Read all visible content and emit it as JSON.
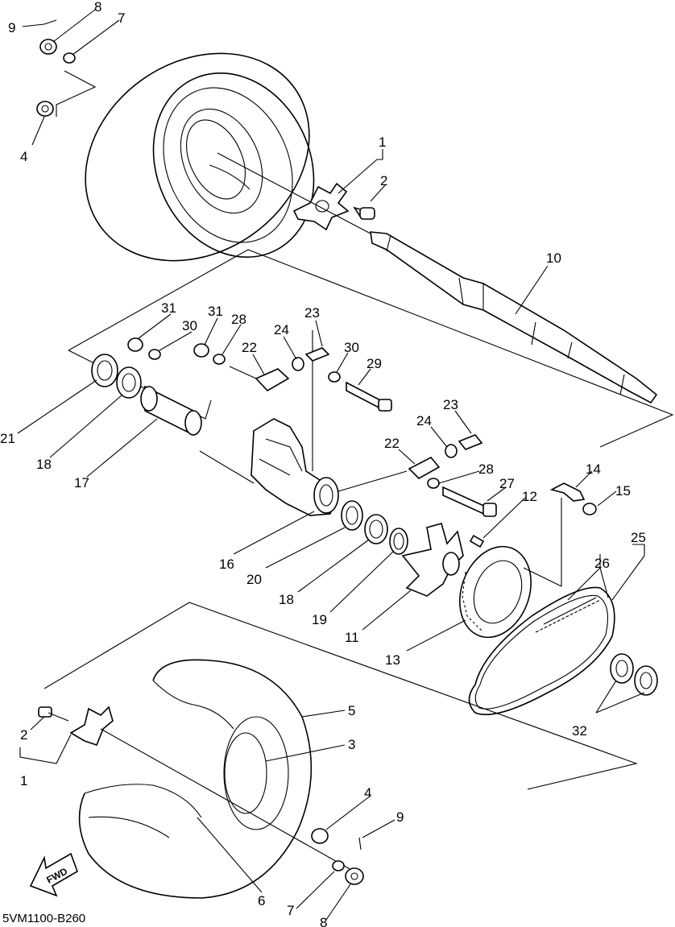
{
  "diagram": {
    "code": "5VM1100-B260",
    "fwd_label": "FWD",
    "callouts": [
      {
        "id": "c9a",
        "label": "9"
      },
      {
        "id": "c8a",
        "label": "8"
      },
      {
        "id": "c7a",
        "label": "7"
      },
      {
        "id": "c4a",
        "label": "4"
      },
      {
        "id": "c1a",
        "label": "1"
      },
      {
        "id": "c2a",
        "label": "2"
      },
      {
        "id": "c10",
        "label": "10"
      },
      {
        "id": "c31a",
        "label": "31"
      },
      {
        "id": "c31b",
        "label": "31"
      },
      {
        "id": "c30a",
        "label": "30"
      },
      {
        "id": "c28a",
        "label": "28"
      },
      {
        "id": "c23a",
        "label": "23"
      },
      {
        "id": "c24a",
        "label": "24"
      },
      {
        "id": "c22a",
        "label": "22"
      },
      {
        "id": "c30b",
        "label": "30"
      },
      {
        "id": "c29",
        "label": "29"
      },
      {
        "id": "c21",
        "label": "21"
      },
      {
        "id": "c18a",
        "label": "18"
      },
      {
        "id": "c17",
        "label": "17"
      },
      {
        "id": "c23b",
        "label": "23"
      },
      {
        "id": "c24b",
        "label": "24"
      },
      {
        "id": "c22b",
        "label": "22"
      },
      {
        "id": "c28b",
        "label": "28"
      },
      {
        "id": "c27",
        "label": "27"
      },
      {
        "id": "c12",
        "label": "12"
      },
      {
        "id": "c14",
        "label": "14"
      },
      {
        "id": "c15",
        "label": "15"
      },
      {
        "id": "c25",
        "label": "25"
      },
      {
        "id": "c26",
        "label": "26"
      },
      {
        "id": "c16",
        "label": "16"
      },
      {
        "id": "c20",
        "label": "20"
      },
      {
        "id": "c18b",
        "label": "18"
      },
      {
        "id": "c19",
        "label": "19"
      },
      {
        "id": "c11",
        "label": "11"
      },
      {
        "id": "c13",
        "label": "13"
      },
      {
        "id": "c32",
        "label": "32"
      },
      {
        "id": "c5",
        "label": "5"
      },
      {
        "id": "c3",
        "label": "3"
      },
      {
        "id": "c2b",
        "label": "2"
      },
      {
        "id": "c1b",
        "label": "1"
      },
      {
        "id": "c4b",
        "label": "4"
      },
      {
        "id": "c9b",
        "label": "9"
      },
      {
        "id": "c6",
        "label": "6"
      },
      {
        "id": "c7b",
        "label": "7"
      },
      {
        "id": "c8b",
        "label": "8"
      }
    ]
  }
}
